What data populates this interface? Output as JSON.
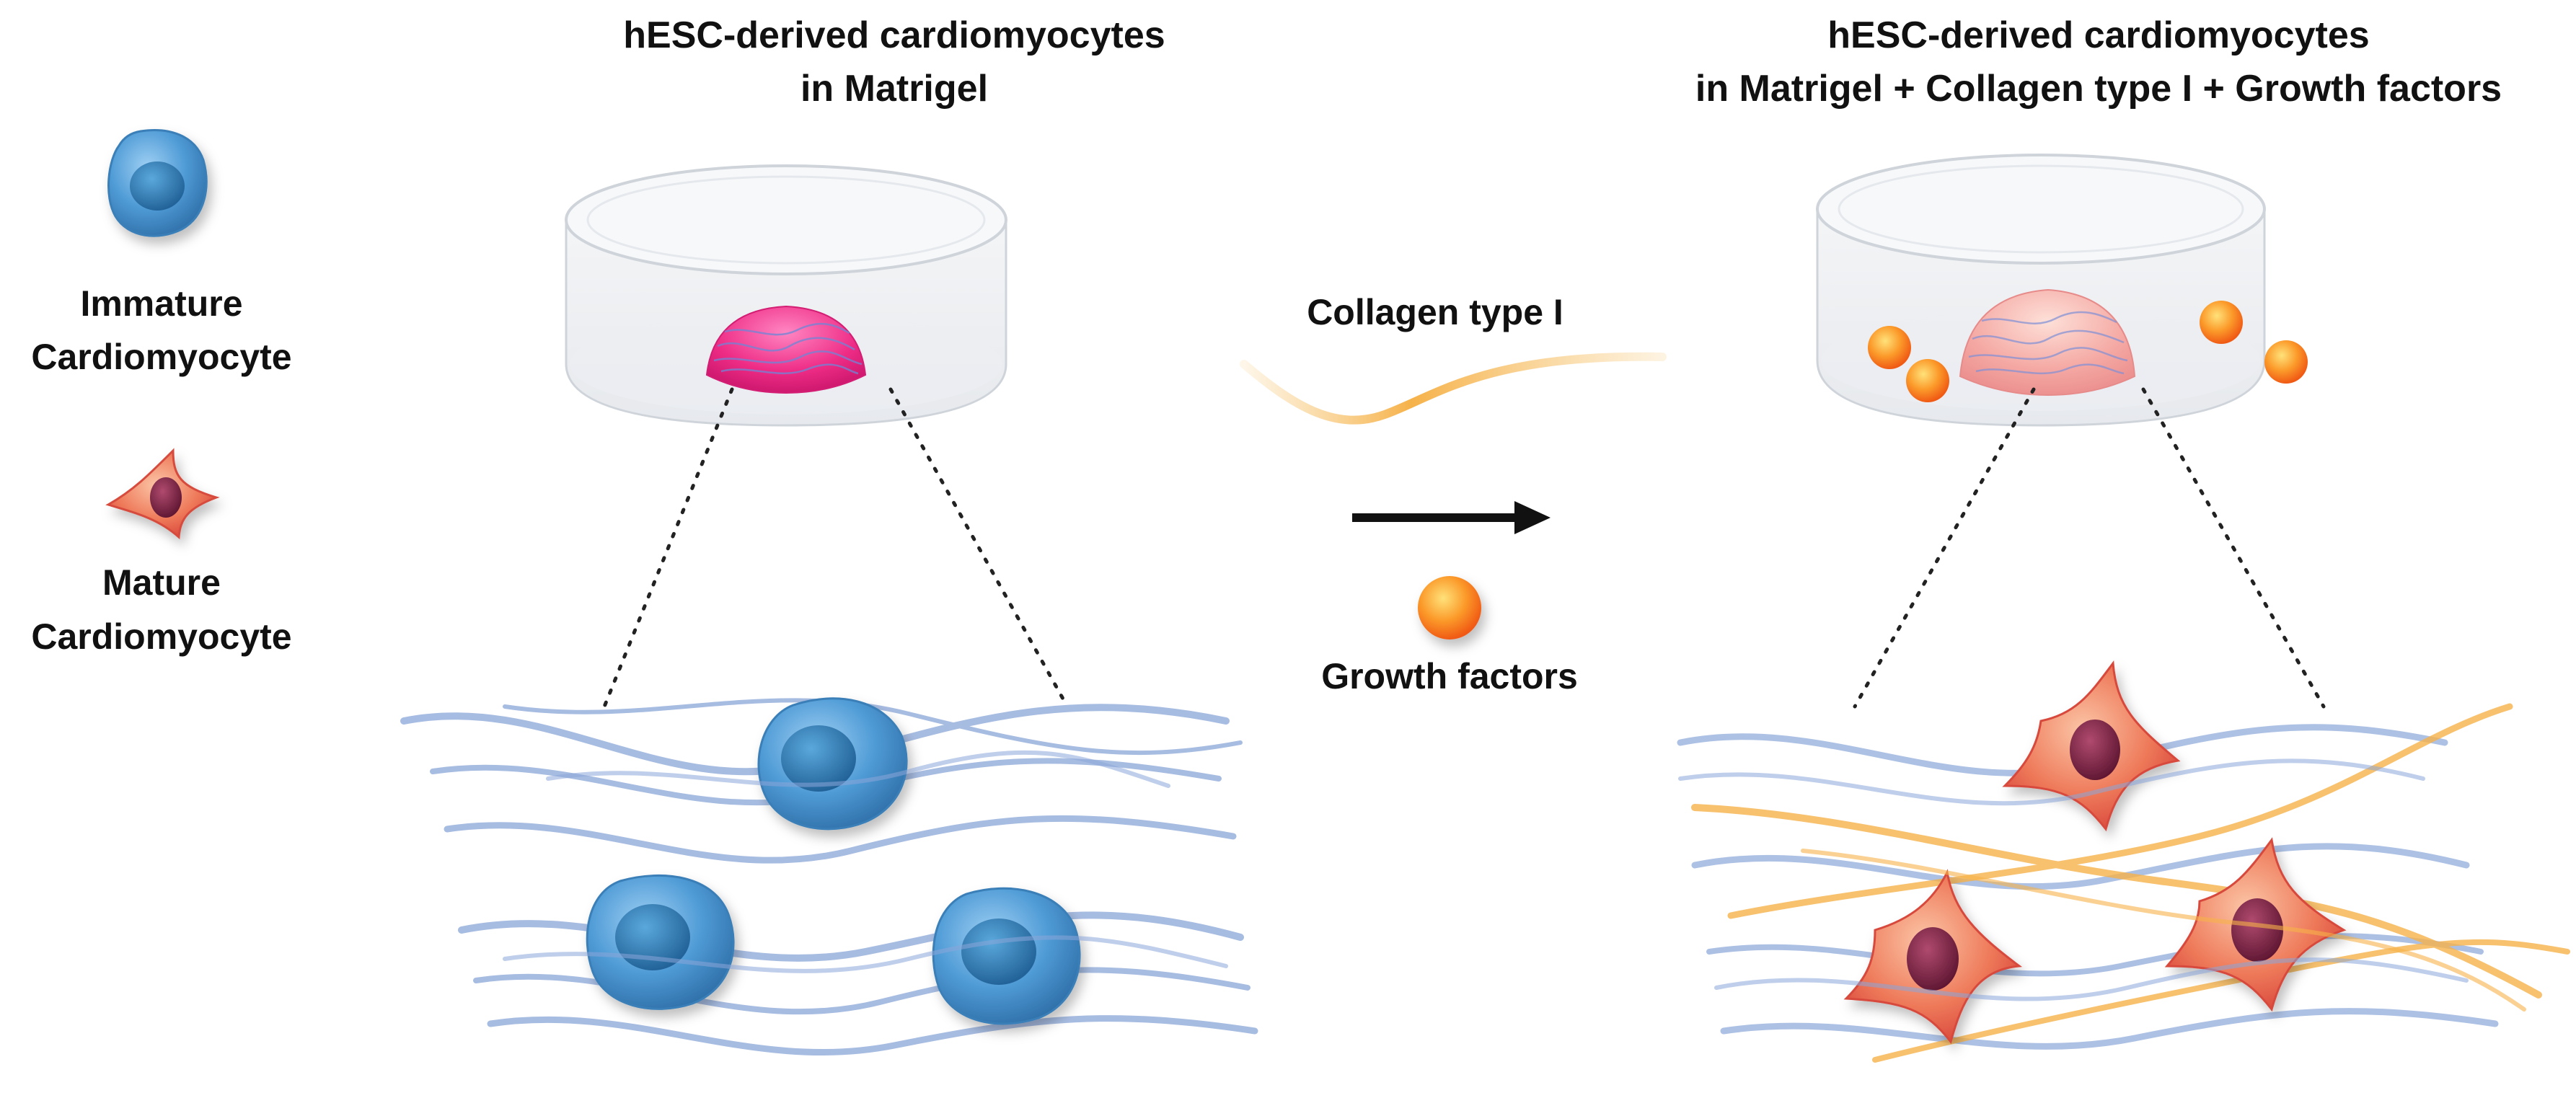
{
  "legend": {
    "immature_line1": "Immature",
    "immature_line2": "Cardiomyocyte",
    "mature_line1": "Mature",
    "mature_line2": "Cardiomyocyte"
  },
  "left_panel": {
    "title_line1": "hESC-derived cardiomyocytes",
    "title_line2": "in Matrigel"
  },
  "middle": {
    "collagen_label": "Collagen type I",
    "growth_factors_label": "Growth factors"
  },
  "right_panel": {
    "title_line1": "hESC-derived cardiomyocytes",
    "title_line2": "in Matrigel + Collagen type I + Growth factors"
  },
  "colors": {
    "immature_cell": "#4a90c8",
    "mature_cell": "#e8604a",
    "nucleus_mature": "#7a1f3a",
    "matrigel_pink": "#e8287e",
    "matrigel_light": "#f3a6a6",
    "collagen_fiber": "#f5b04a",
    "growth_factor": "#f7941d",
    "matrix_fiber": "#8aa6d8"
  },
  "icons": {
    "immature_cell": "immature-cardiomyocyte-icon",
    "mature_cell": "mature-cardiomyocyte-icon",
    "arrow": "right-arrow-icon",
    "growth_factor": "growth-factor-icon"
  }
}
